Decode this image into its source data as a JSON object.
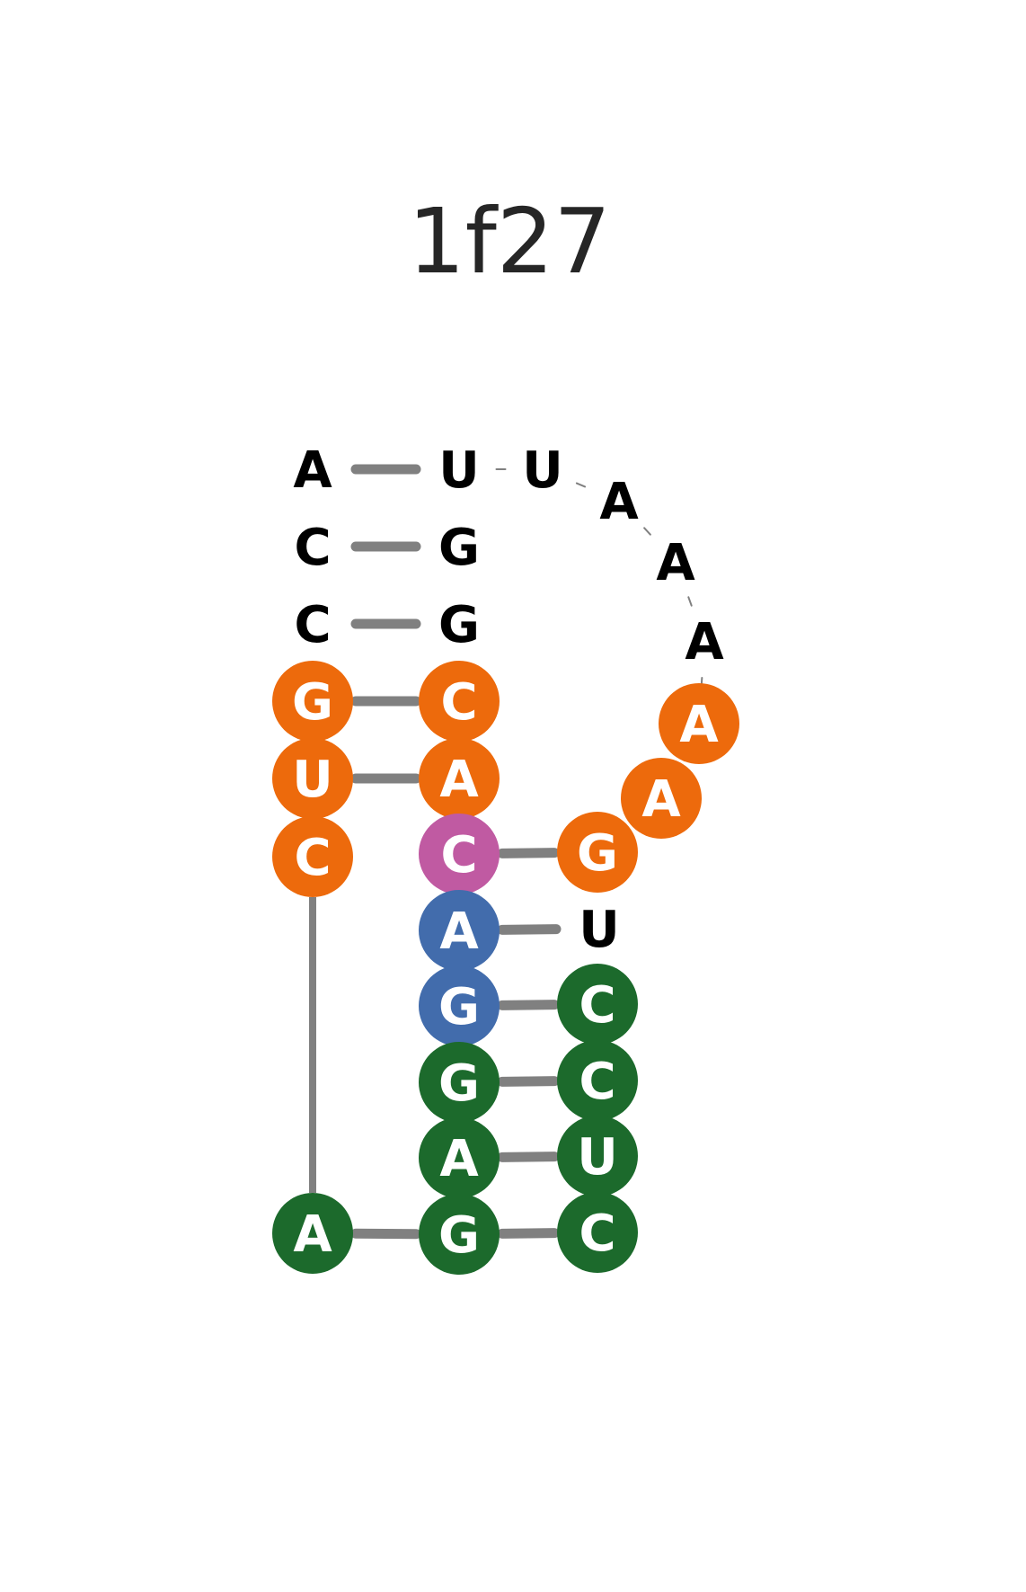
{
  "title": "1f27",
  "colors": {
    "bond": "#808080",
    "orange": "#ED6A0C",
    "green": "#1C6A2C",
    "blue": "#426CAC",
    "pink": "#C05AA2",
    "plain_text": "#000000",
    "circle_text": "#ffffff"
  },
  "nucleotides": [
    {
      "id": "n1",
      "letter": "A",
      "color": null
    },
    {
      "id": "n2",
      "letter": "C",
      "color": null
    },
    {
      "id": "n3",
      "letter": "C",
      "color": null
    },
    {
      "id": "n4",
      "letter": "G",
      "color": "orange"
    },
    {
      "id": "n5",
      "letter": "U",
      "color": "orange"
    },
    {
      "id": "n6",
      "letter": "C",
      "color": "orange"
    },
    {
      "id": "n7",
      "letter": "A",
      "color": "green"
    },
    {
      "id": "n8",
      "letter": "U",
      "color": null
    },
    {
      "id": "n9",
      "letter": "G",
      "color": null
    },
    {
      "id": "n10",
      "letter": "G",
      "color": null
    },
    {
      "id": "n11",
      "letter": "C",
      "color": "orange"
    },
    {
      "id": "n12",
      "letter": "A",
      "color": "orange"
    },
    {
      "id": "n13",
      "letter": "C",
      "color": "pink"
    },
    {
      "id": "n14",
      "letter": "A",
      "color": "blue"
    },
    {
      "id": "n15",
      "letter": "G",
      "color": "blue"
    },
    {
      "id": "n16",
      "letter": "G",
      "color": "green"
    },
    {
      "id": "n17",
      "letter": "A",
      "color": "green"
    },
    {
      "id": "n18",
      "letter": "G",
      "color": "green"
    },
    {
      "id": "n19",
      "letter": "U",
      "color": null
    },
    {
      "id": "n20",
      "letter": "A",
      "color": null
    },
    {
      "id": "n21",
      "letter": "A",
      "color": null
    },
    {
      "id": "n22",
      "letter": "A",
      "color": null
    },
    {
      "id": "n23",
      "letter": "A",
      "color": "orange"
    },
    {
      "id": "n24",
      "letter": "A",
      "color": "orange"
    },
    {
      "id": "n25",
      "letter": "G",
      "color": "orange"
    },
    {
      "id": "n26",
      "letter": "U",
      "color": null
    },
    {
      "id": "n27",
      "letter": "C",
      "color": "green"
    },
    {
      "id": "n28",
      "letter": "C",
      "color": "green"
    },
    {
      "id": "n29",
      "letter": "U",
      "color": "green"
    },
    {
      "id": "n30",
      "letter": "C",
      "color": "green"
    }
  ],
  "base_pairs": [
    [
      "n1",
      "n8"
    ],
    [
      "n2",
      "n9"
    ],
    [
      "n3",
      "n10"
    ],
    [
      "n4",
      "n11"
    ],
    [
      "n5",
      "n12"
    ],
    [
      "n13",
      "n25"
    ],
    [
      "n14",
      "n26"
    ],
    [
      "n15",
      "n27"
    ],
    [
      "n16",
      "n28"
    ],
    [
      "n17",
      "n29"
    ],
    [
      "n18",
      "n30"
    ],
    [
      "n7",
      "n18"
    ]
  ],
  "backbone_links": [
    [
      "n6",
      "n7"
    ]
  ],
  "loop_ticks": [
    [
      "n8",
      "n19"
    ],
    [
      "n19",
      "n20"
    ],
    [
      "n20",
      "n21"
    ],
    [
      "n21",
      "n22"
    ],
    [
      "n22",
      "n23"
    ]
  ]
}
